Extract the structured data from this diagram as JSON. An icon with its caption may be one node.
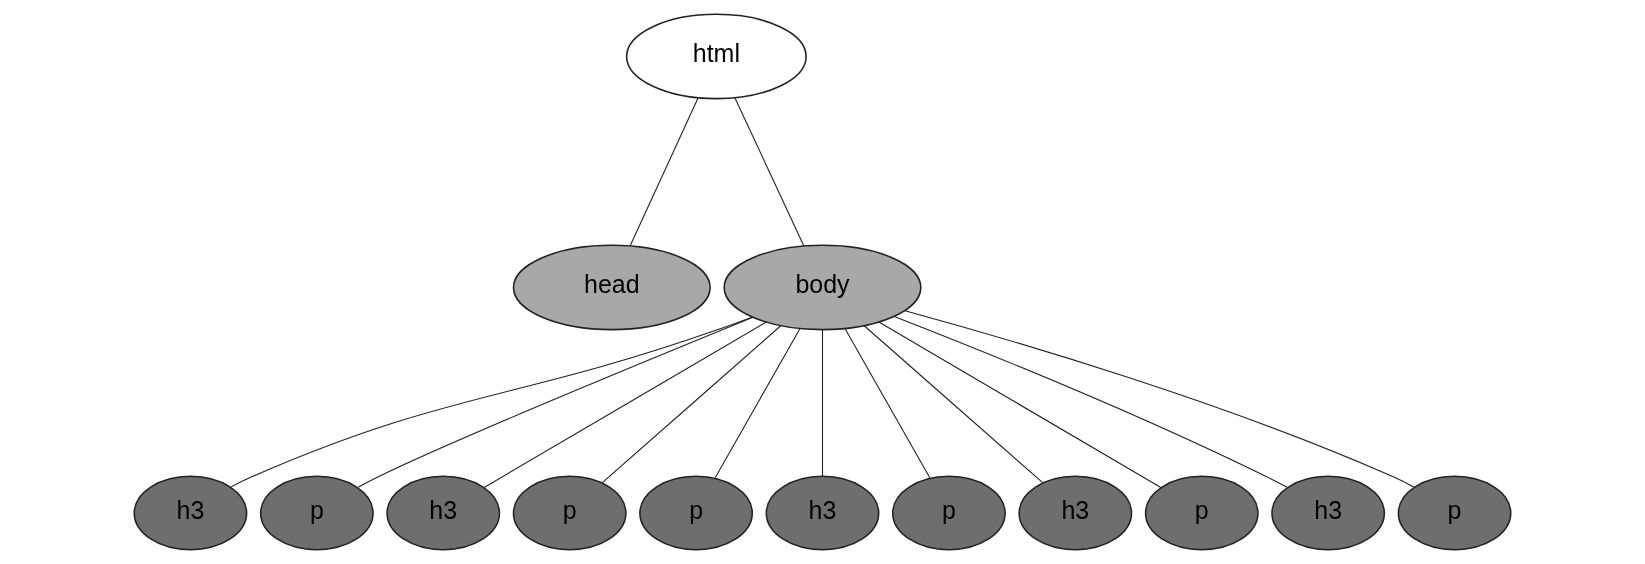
{
  "diagram": {
    "nodes": [
      {
        "text": [
          "html"
        ]
      },
      {
        "text": [
          "head"
        ]
      },
      {
        "text": [
          "body"
        ]
      },
      {
        "text": [
          "h3"
        ]
      },
      {
        "text": [
          "p"
        ]
      },
      {
        "text": [
          "h3"
        ]
      },
      {
        "text": [
          "p"
        ]
      },
      {
        "text": [
          "p"
        ]
      },
      {
        "text": [
          "h3"
        ]
      },
      {
        "text": [
          "p"
        ]
      },
      {
        "text": [
          "h3"
        ]
      },
      {
        "text": [
          "p"
        ]
      },
      {
        "text": [
          "h3"
        ]
      },
      {
        "text": [
          "p"
        ]
      }
    ],
    "edges": [
      {
        "from": 0,
        "to": 1,
        "arrow": "none"
      },
      {
        "from": 0,
        "to": 2,
        "arrow": "none"
      },
      {
        "from": 2,
        "to": 3,
        "arrow": "none"
      },
      {
        "from": 2,
        "to": 4,
        "arrow": "none"
      },
      {
        "from": 2,
        "to": 5,
        "arrow": "none"
      },
      {
        "from": 2,
        "to": 6,
        "arrow": "none"
      },
      {
        "from": 2,
        "to": 7,
        "arrow": "none"
      },
      {
        "from": 2,
        "to": 8,
        "arrow": "none"
      },
      {
        "from": 2,
        "to": 9,
        "arrow": "none"
      },
      {
        "from": 2,
        "to": 10,
        "arrow": "none"
      },
      {
        "from": 2,
        "to": 11,
        "arrow": "none"
      },
      {
        "from": 2,
        "to": 12,
        "arrow": "none"
      },
      {
        "from": 2,
        "to": 13,
        "arrow": "none"
      }
    ]
  }
}
